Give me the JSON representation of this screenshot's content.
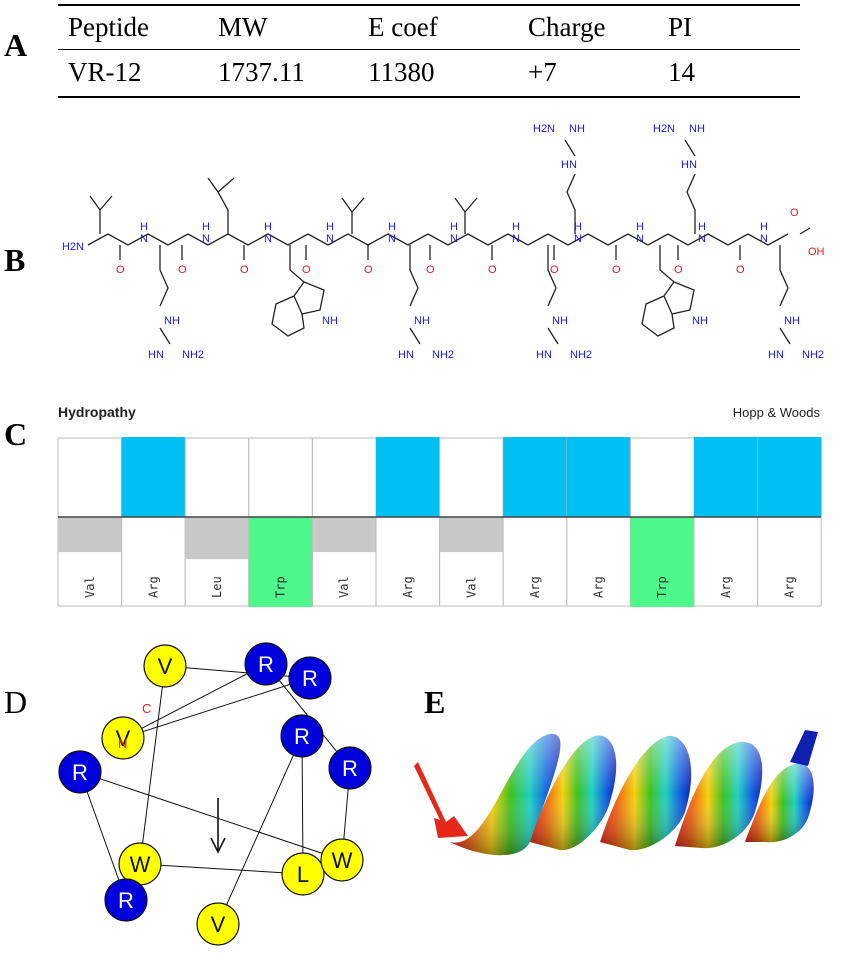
{
  "panel_letters": {
    "a": "A",
    "b": "B",
    "c": "C",
    "d": "D",
    "e": "E"
  },
  "table": {
    "headers": [
      "Peptide",
      "MW",
      "E coef",
      "Charge",
      "PI"
    ],
    "row": [
      "VR-12",
      "1737.11",
      "11380",
      "+7",
      "14"
    ]
  },
  "structure_labels": {
    "n_terminus": "H2N",
    "carboxyl": "OH",
    "oxygen": "O",
    "amide_nh": "H",
    "amide_n": "N",
    "guanidine_nh": "NH",
    "guanidine_hn": "HN",
    "guanidine_h2n": "H2N",
    "guanidine_nh2": "NH2",
    "indole_nh": "NH"
  },
  "hydropathy": {
    "title": "Hydropathy",
    "scale": "Hopp & Woods",
    "colors": {
      "hydrophilic": "#00bff3",
      "hydrophobic": "#c8c8c8",
      "aromatic": "#4ff88a"
    },
    "residues": [
      {
        "name": "Val",
        "type": "hydrophobic",
        "value": -0.5
      },
      {
        "name": "Arg",
        "type": "hydrophilic",
        "value": 1
      },
      {
        "name": "Leu",
        "type": "hydrophobic",
        "value": -0.6
      },
      {
        "name": "Trp",
        "type": "aromatic",
        "value": -1
      },
      {
        "name": "Val",
        "type": "hydrophobic",
        "value": -0.5
      },
      {
        "name": "Arg",
        "type": "hydrophilic",
        "value": 1
      },
      {
        "name": "Val",
        "type": "hydrophobic",
        "value": -0.5
      },
      {
        "name": "Arg",
        "type": "hydrophilic",
        "value": 1
      },
      {
        "name": "Arg",
        "type": "hydrophilic",
        "value": 1
      },
      {
        "name": "Trp",
        "type": "aromatic",
        "value": -1
      },
      {
        "name": "Arg",
        "type": "hydrophilic",
        "value": 1
      },
      {
        "name": "Arg",
        "type": "hydrophilic",
        "value": 1
      }
    ]
  },
  "helical_wheel": {
    "n_label": "N",
    "c_label": "C",
    "colors": {
      "blue": "#0000dd",
      "yellow": "#ffff00"
    },
    "residues": [
      {
        "letter": "V",
        "color": "yellow"
      },
      {
        "letter": "R",
        "color": "blue"
      },
      {
        "letter": "L",
        "color": "yellow"
      },
      {
        "letter": "W",
        "color": "yellow"
      },
      {
        "letter": "V",
        "color": "yellow"
      },
      {
        "letter": "R",
        "color": "blue"
      },
      {
        "letter": "V",
        "color": "yellow"
      },
      {
        "letter": "R",
        "color": "blue"
      },
      {
        "letter": "R",
        "color": "blue"
      },
      {
        "letter": "W",
        "color": "yellow"
      },
      {
        "letter": "R",
        "color": "blue"
      },
      {
        "letter": "R",
        "color": "blue"
      }
    ]
  }
}
